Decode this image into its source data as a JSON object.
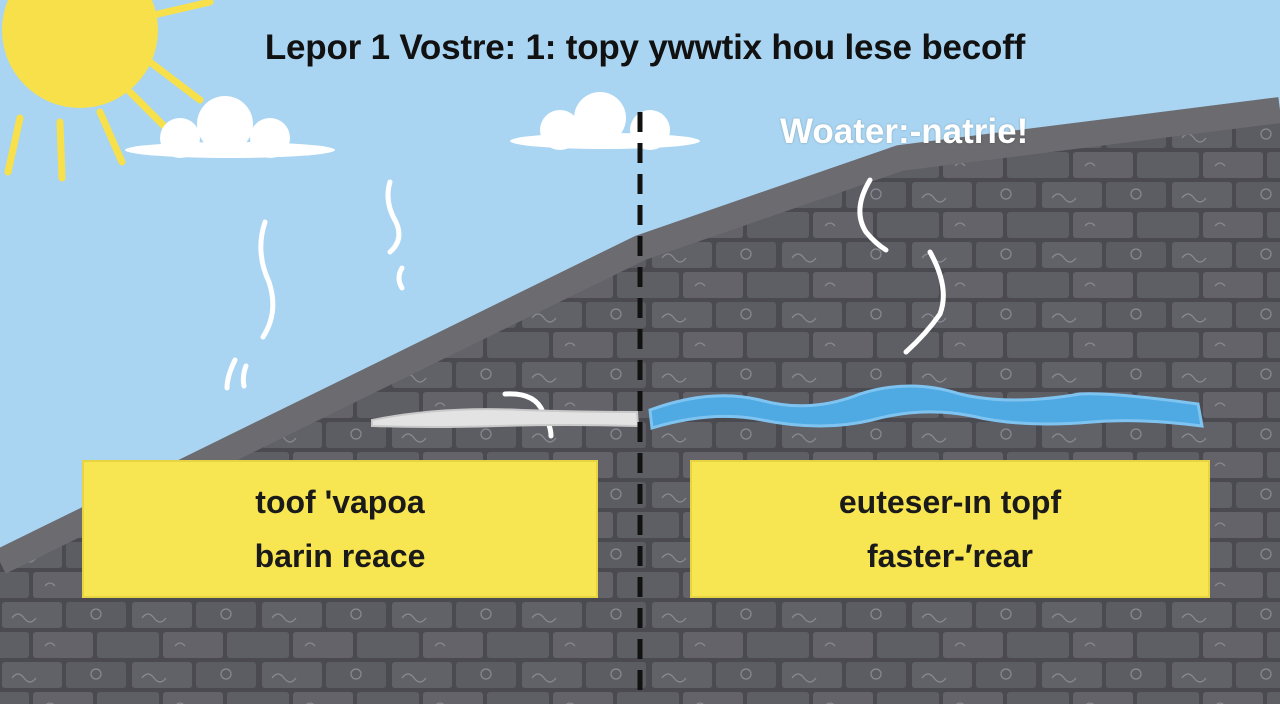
{
  "title": "Lepor 1 Vostre: 1: topy ywwtix hou lese becoff",
  "subtitle": "Woater:-natrie!",
  "left_panel": {
    "line1": "toof 'vapoa",
    "line2": "barin reace"
  },
  "right_panel": {
    "line1": "euteser-ın topf",
    "line2": "faster-′rear"
  },
  "colors": {
    "sky": "#a9d5f2",
    "sun": "#f7e04a",
    "roof_tile": "#5f5f66",
    "roof_edge": "#6b6b70",
    "panel": "#f7e552",
    "water": "#4fa9e3",
    "vapor": "#d9d9d9"
  },
  "icons": [
    "sun-icon",
    "cloud-icon",
    "steam-wisp-icon",
    "water-flow-icon",
    "divider-line"
  ]
}
